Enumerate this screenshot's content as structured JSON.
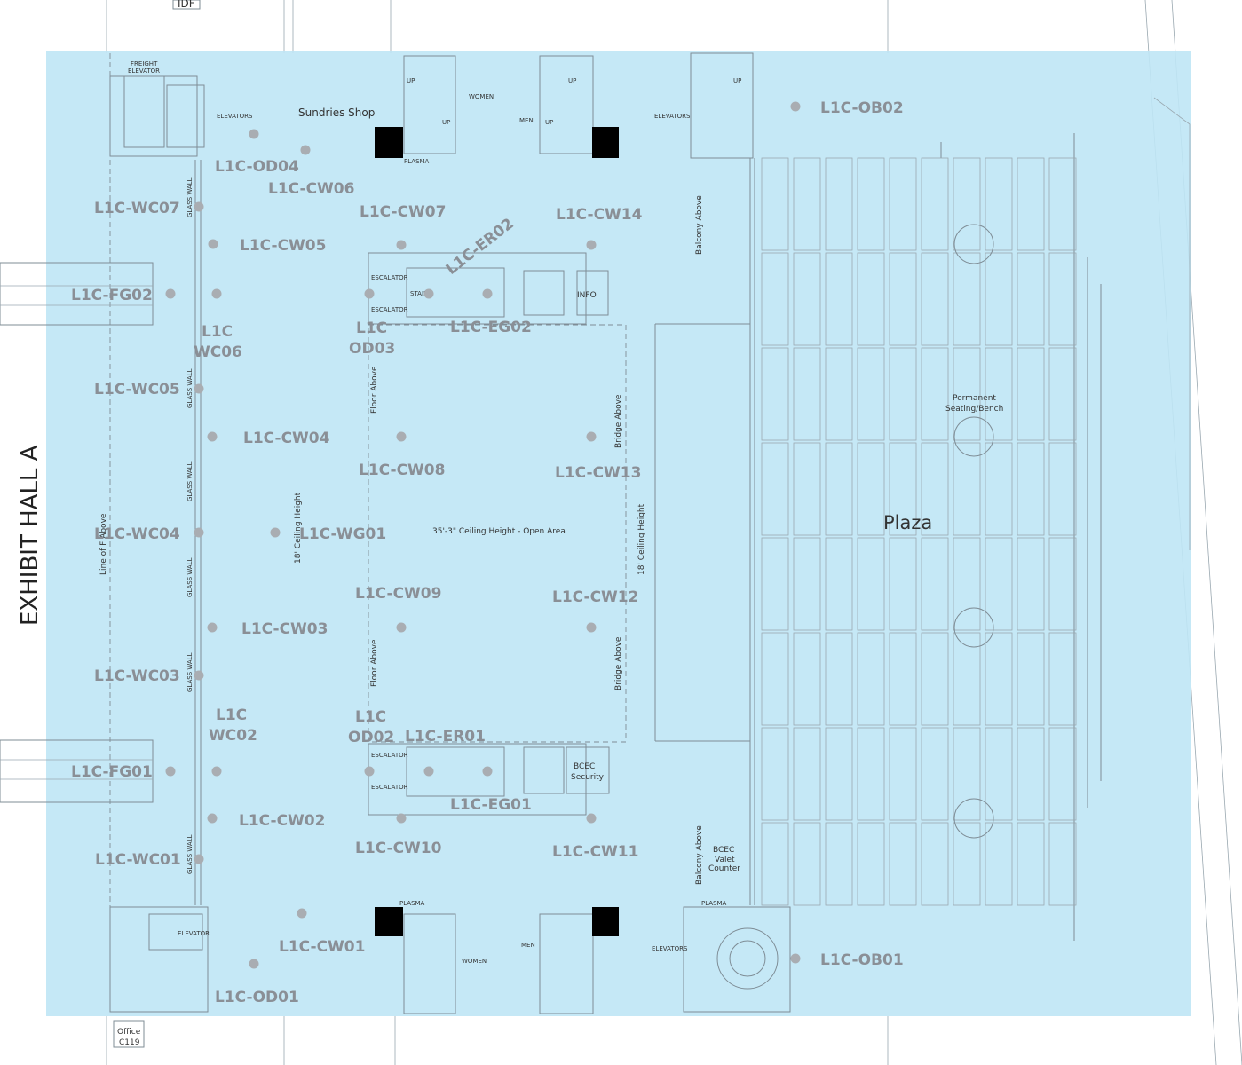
{
  "map": {
    "hall_label": "EXHIBIT HALL A",
    "plaza_label": "Plaza",
    "rooms": {
      "sundries": "Sundries Shop",
      "info": "INFO",
      "security_1": "BCEC",
      "security_2": "Security",
      "valet_1": "BCEC",
      "valet_2": "Valet",
      "valet_3": "Counter",
      "seating_1": "Permanent",
      "seating_2": "Seating/Bench",
      "office_1": "Office",
      "office_2": "C119",
      "idf": "IDF"
    },
    "annotations": {
      "freight_1": "FREIGHT",
      "freight_2": "ELEVATOR",
      "elevators": "ELEVATORS",
      "elevator": "ELEVATOR",
      "women": "WOMEN",
      "men": "MEN",
      "plasma": "PLASMA",
      "up": "UP",
      "escalator": "ESCALATOR",
      "stair": "STAIR",
      "glass_wall": "GLASS WALL",
      "line_of_above": "Line of F     Above",
      "ceiling_18": "18' Ceiling Height",
      "floor_above": "Floor Above",
      "bridge_above": "Bridge Above",
      "balcony_above": "Balcony Above",
      "open_area": "35'-3\" Ceiling Height - Open Area"
    },
    "points": {
      "OD04": "L1C-OD04",
      "CW06": "L1C-CW06",
      "WC07": "L1C-WC07",
      "CW07": "L1C-CW07",
      "CW14": "L1C-CW14",
      "CW05": "L1C-CW05",
      "ER02": "L1C-ER02",
      "FG02": "L1C-FG02",
      "EG02": "L1C-EG02",
      "WC06_a": "L1C",
      "WC06_b": "WC06",
      "OD03_a": "L1C",
      "OD03_b": "OD03",
      "WC05": "L1C-WC05",
      "CW04": "L1C-CW04",
      "CW08": "L1C-CW08",
      "CW13": "L1C-CW13",
      "WC04": "L1C-WC04",
      "WG01": "L1C-WG01",
      "CW09": "L1C-CW09",
      "CW12": "L1C-CW12",
      "CW03": "L1C-CW03",
      "WC03": "L1C-WC03",
      "WC02_a": "L1C",
      "WC02_b": "WC02",
      "OD02_a": "L1C",
      "OD02_b": "OD02",
      "ER01": "L1C-ER01",
      "FG01": "L1C-FG01",
      "EG01": "L1C-EG01",
      "CW02": "L1C-CW02",
      "CW10": "L1C-CW10",
      "CW11": "L1C-CW11",
      "WC01": "L1C-WC01",
      "CW01": "L1C-CW01",
      "OD01": "L1C-OD01",
      "OB02": "L1C-OB02",
      "OB01": "L1C-OB01"
    },
    "colors": {
      "highlight": "#bfe6f5",
      "label": "#8a8f96",
      "dot": "#a9adb2",
      "line": "#7f8d96"
    }
  }
}
